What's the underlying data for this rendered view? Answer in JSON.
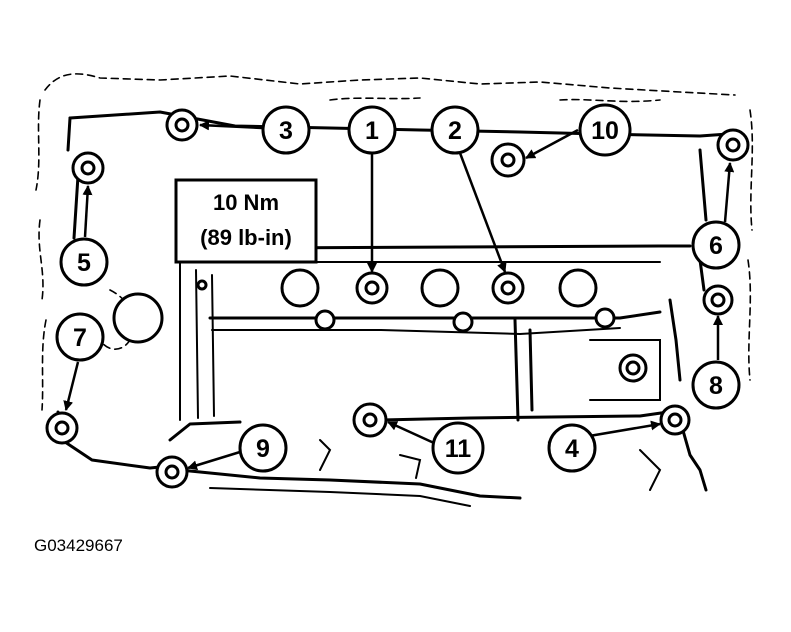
{
  "spec_box": {
    "line1": "10 Nm",
    "line2": "(89 lb-in)"
  },
  "callouts": [
    "1",
    "2",
    "3",
    "4",
    "5",
    "6",
    "7",
    "8",
    "9",
    "10",
    "11"
  ],
  "figure_id": "G03429667"
}
